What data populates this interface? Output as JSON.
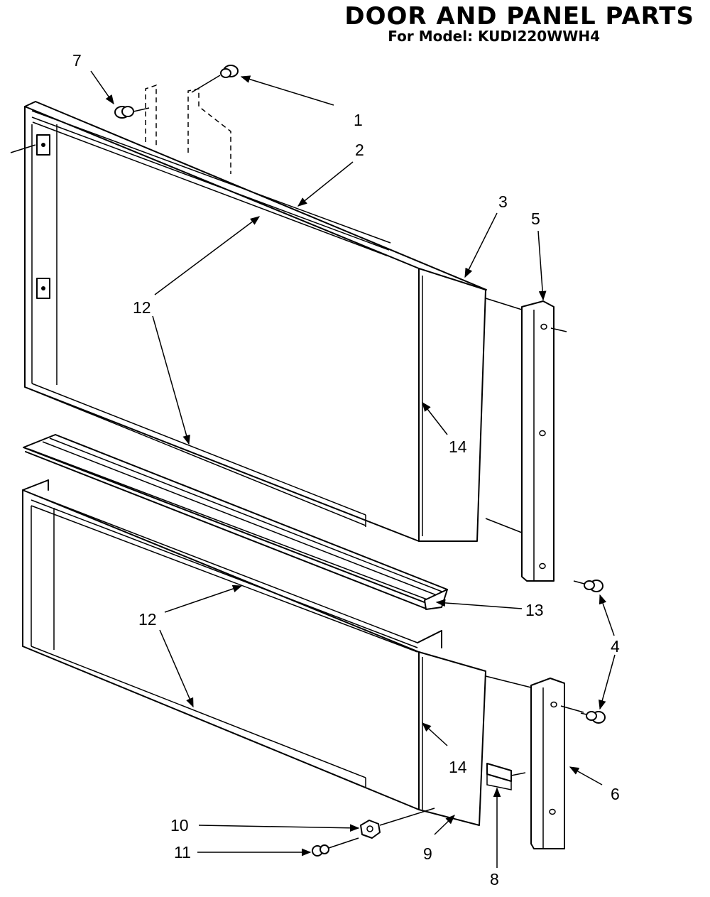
{
  "header": {
    "title": "DOOR AND PANEL PARTS",
    "subtitle": "For Model: KUDI220WWH4"
  },
  "callouts": [
    "1",
    "2",
    "3",
    "4",
    "5",
    "6",
    "7",
    "8",
    "9",
    "10",
    "11",
    "12",
    "13",
    "14"
  ]
}
